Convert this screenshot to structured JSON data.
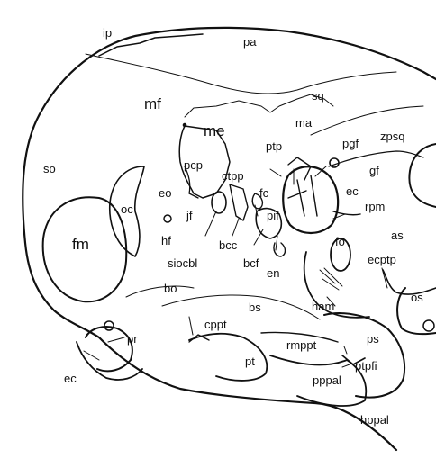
{
  "diagram": {
    "labels": {
      "ip": "ip",
      "pa": "pa",
      "mf": "mf",
      "me": "me",
      "sq": "sq",
      "ma": "ma",
      "pgf": "pgf",
      "zpsq": "zpsq",
      "so": "so",
      "pcp": "pcp",
      "ptp": "ptp",
      "gf": "gf",
      "eo": "eo",
      "ctpp": "ctpp",
      "fc": "fc",
      "ec_upper": "ec",
      "oc": "oc",
      "jf": "jf",
      "pif": "pif",
      "rpm": "rpm",
      "fm": "fm",
      "hf": "hf",
      "bcc": "bcc",
      "fo": "fo",
      "as": "as",
      "siocbl": "siocbl",
      "bcf": "bcf",
      "ecptp": "ecptp",
      "en": "en",
      "bo": "bo",
      "os": "os",
      "bs": "bs",
      "ham": "ham",
      "cppt": "cppt",
      "pr": "pr",
      "ps": "ps",
      "rmppt": "rmppt",
      "ptpfi": "ptpfi",
      "pt": "pt",
      "ec_lower": "ec",
      "pppal": "pppal",
      "hppal": "hppal"
    }
  }
}
